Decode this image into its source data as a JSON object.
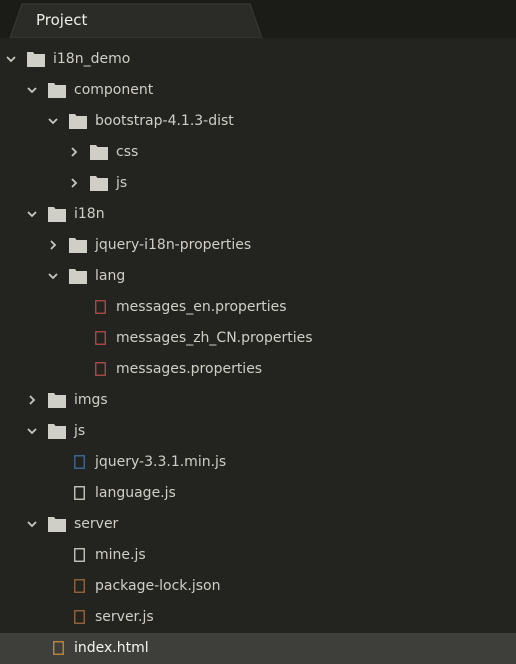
{
  "panel": {
    "tab_label": "Project"
  },
  "tree": [
    {
      "label": "i18n_demo",
      "type": "folder",
      "expanded": true,
      "depth": 0
    },
    {
      "label": "component",
      "type": "folder",
      "expanded": true,
      "depth": 1
    },
    {
      "label": "bootstrap-4.1.3-dist",
      "type": "folder",
      "expanded": true,
      "depth": 2
    },
    {
      "label": "css",
      "type": "folder",
      "expanded": false,
      "depth": 3
    },
    {
      "label": "js",
      "type": "folder",
      "expanded": false,
      "depth": 3
    },
    {
      "label": "i18n",
      "type": "folder",
      "expanded": true,
      "depth": 1
    },
    {
      "label": "jquery-i18n-properties",
      "type": "folder",
      "expanded": false,
      "depth": 2
    },
    {
      "label": "lang",
      "type": "folder",
      "expanded": true,
      "depth": 2
    },
    {
      "label": "messages_en.properties",
      "type": "file",
      "icon_color": "#b34b4b",
      "depth": 3
    },
    {
      "label": "messages_zh_CN.properties",
      "type": "file",
      "icon_color": "#b34b4b",
      "depth": 3
    },
    {
      "label": "messages.properties",
      "type": "file",
      "icon_color": "#b34b4b",
      "depth": 3
    },
    {
      "label": "imgs",
      "type": "folder",
      "expanded": false,
      "depth": 1
    },
    {
      "label": "js",
      "type": "folder",
      "expanded": true,
      "depth": 1
    },
    {
      "label": "jquery-3.3.1.min.js",
      "type": "file",
      "icon_color": "#3f6e95",
      "depth": 2
    },
    {
      "label": "language.js",
      "type": "file",
      "icon_color": "#d2d2cc",
      "depth": 2
    },
    {
      "label": "server",
      "type": "folder",
      "expanded": true,
      "depth": 1
    },
    {
      "label": "mine.js",
      "type": "file",
      "icon_color": "#d2d2cc",
      "depth": 2
    },
    {
      "label": "package-lock.json",
      "type": "file",
      "icon_color": "#9a6a3f",
      "depth": 2
    },
    {
      "label": "server.js",
      "type": "file",
      "icon_color": "#9a6a3f",
      "depth": 2
    },
    {
      "label": "index.html",
      "type": "file",
      "icon_color": "#c98b3c",
      "depth": 1,
      "selected": true
    }
  ],
  "colors": {
    "background": "#23241f",
    "tab_bar": "#1b1c18",
    "tab": "#2b2c27",
    "selection": "#3e3f3a",
    "folder": "#cfcfc8",
    "text": "#cfcfc8"
  }
}
